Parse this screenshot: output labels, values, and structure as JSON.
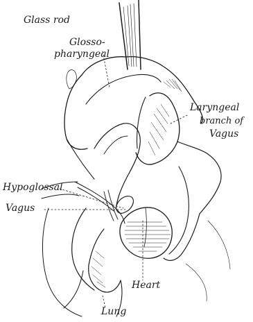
{
  "labels": {
    "glass_rod": "Glass rod",
    "glossopharyngeal_line1": "Glosso-",
    "glossopharyngeal_line2": "pharyngeal",
    "laryngeal_line1": "Laryngeal",
    "laryngeal_line2": "branch of",
    "laryngeal_line3": "Vagus",
    "hypoglossal": "Hypoglossal",
    "vagus": "Vagus",
    "heart": "Heart",
    "lung": "Lung"
  }
}
